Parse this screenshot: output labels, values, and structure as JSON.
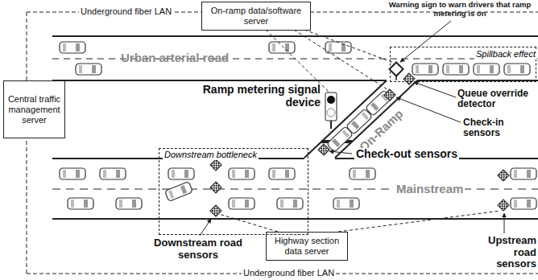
{
  "diagram": {
    "nodes": [
      {
        "text": [
          "Central traffic management server"
        ]
      },
      {
        "text": [
          "On-ramp data/software server"
        ]
      },
      {
        "text": [
          "Highway section data server"
        ]
      },
      {
        "text": [
          "Spillback effect"
        ]
      },
      {
        "text": [
          "Downstream bottleneck"
        ]
      }
    ],
    "labels": [
      "Underground fiber LAN",
      "Warning sign to warn drivers that ramp metering is on",
      "Urban arterial road",
      "Ramp metering signal device",
      "Queue override detector",
      "On-Ramp",
      "Check-in sensors",
      "Check-out sensors",
      "Mainstream",
      "Downstream road sensors",
      "Upstream road sensors",
      "Underground fiber LAN"
    ]
  }
}
